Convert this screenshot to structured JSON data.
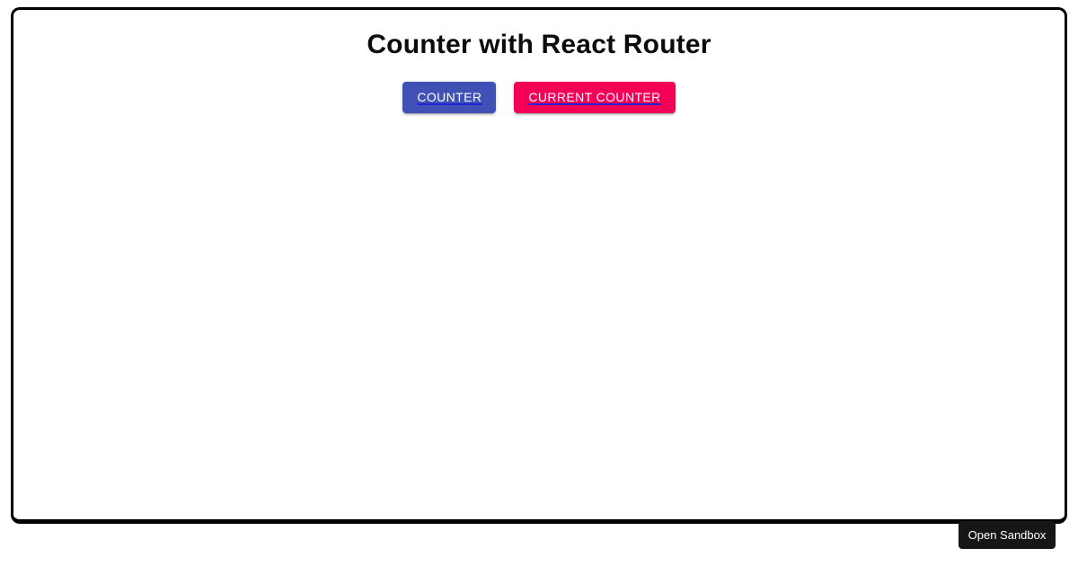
{
  "app": {
    "title": "Counter with React Router",
    "nav_buttons": [
      {
        "label": "COUNTER",
        "bg": "#3f51b5"
      },
      {
        "label": "CURRENT COUNTER",
        "bg": "#f50057"
      }
    ]
  },
  "embed": {
    "open_sandbox_label": "Open Sandbox"
  },
  "colors": {
    "primary_button": "#3f51b5",
    "secondary_button": "#f50057",
    "button_text": "#ffffff",
    "link_underline": "#2222dd",
    "frame_border": "#000000",
    "sandbox_button_bg": "#161616",
    "page_background": "#ffffff"
  }
}
